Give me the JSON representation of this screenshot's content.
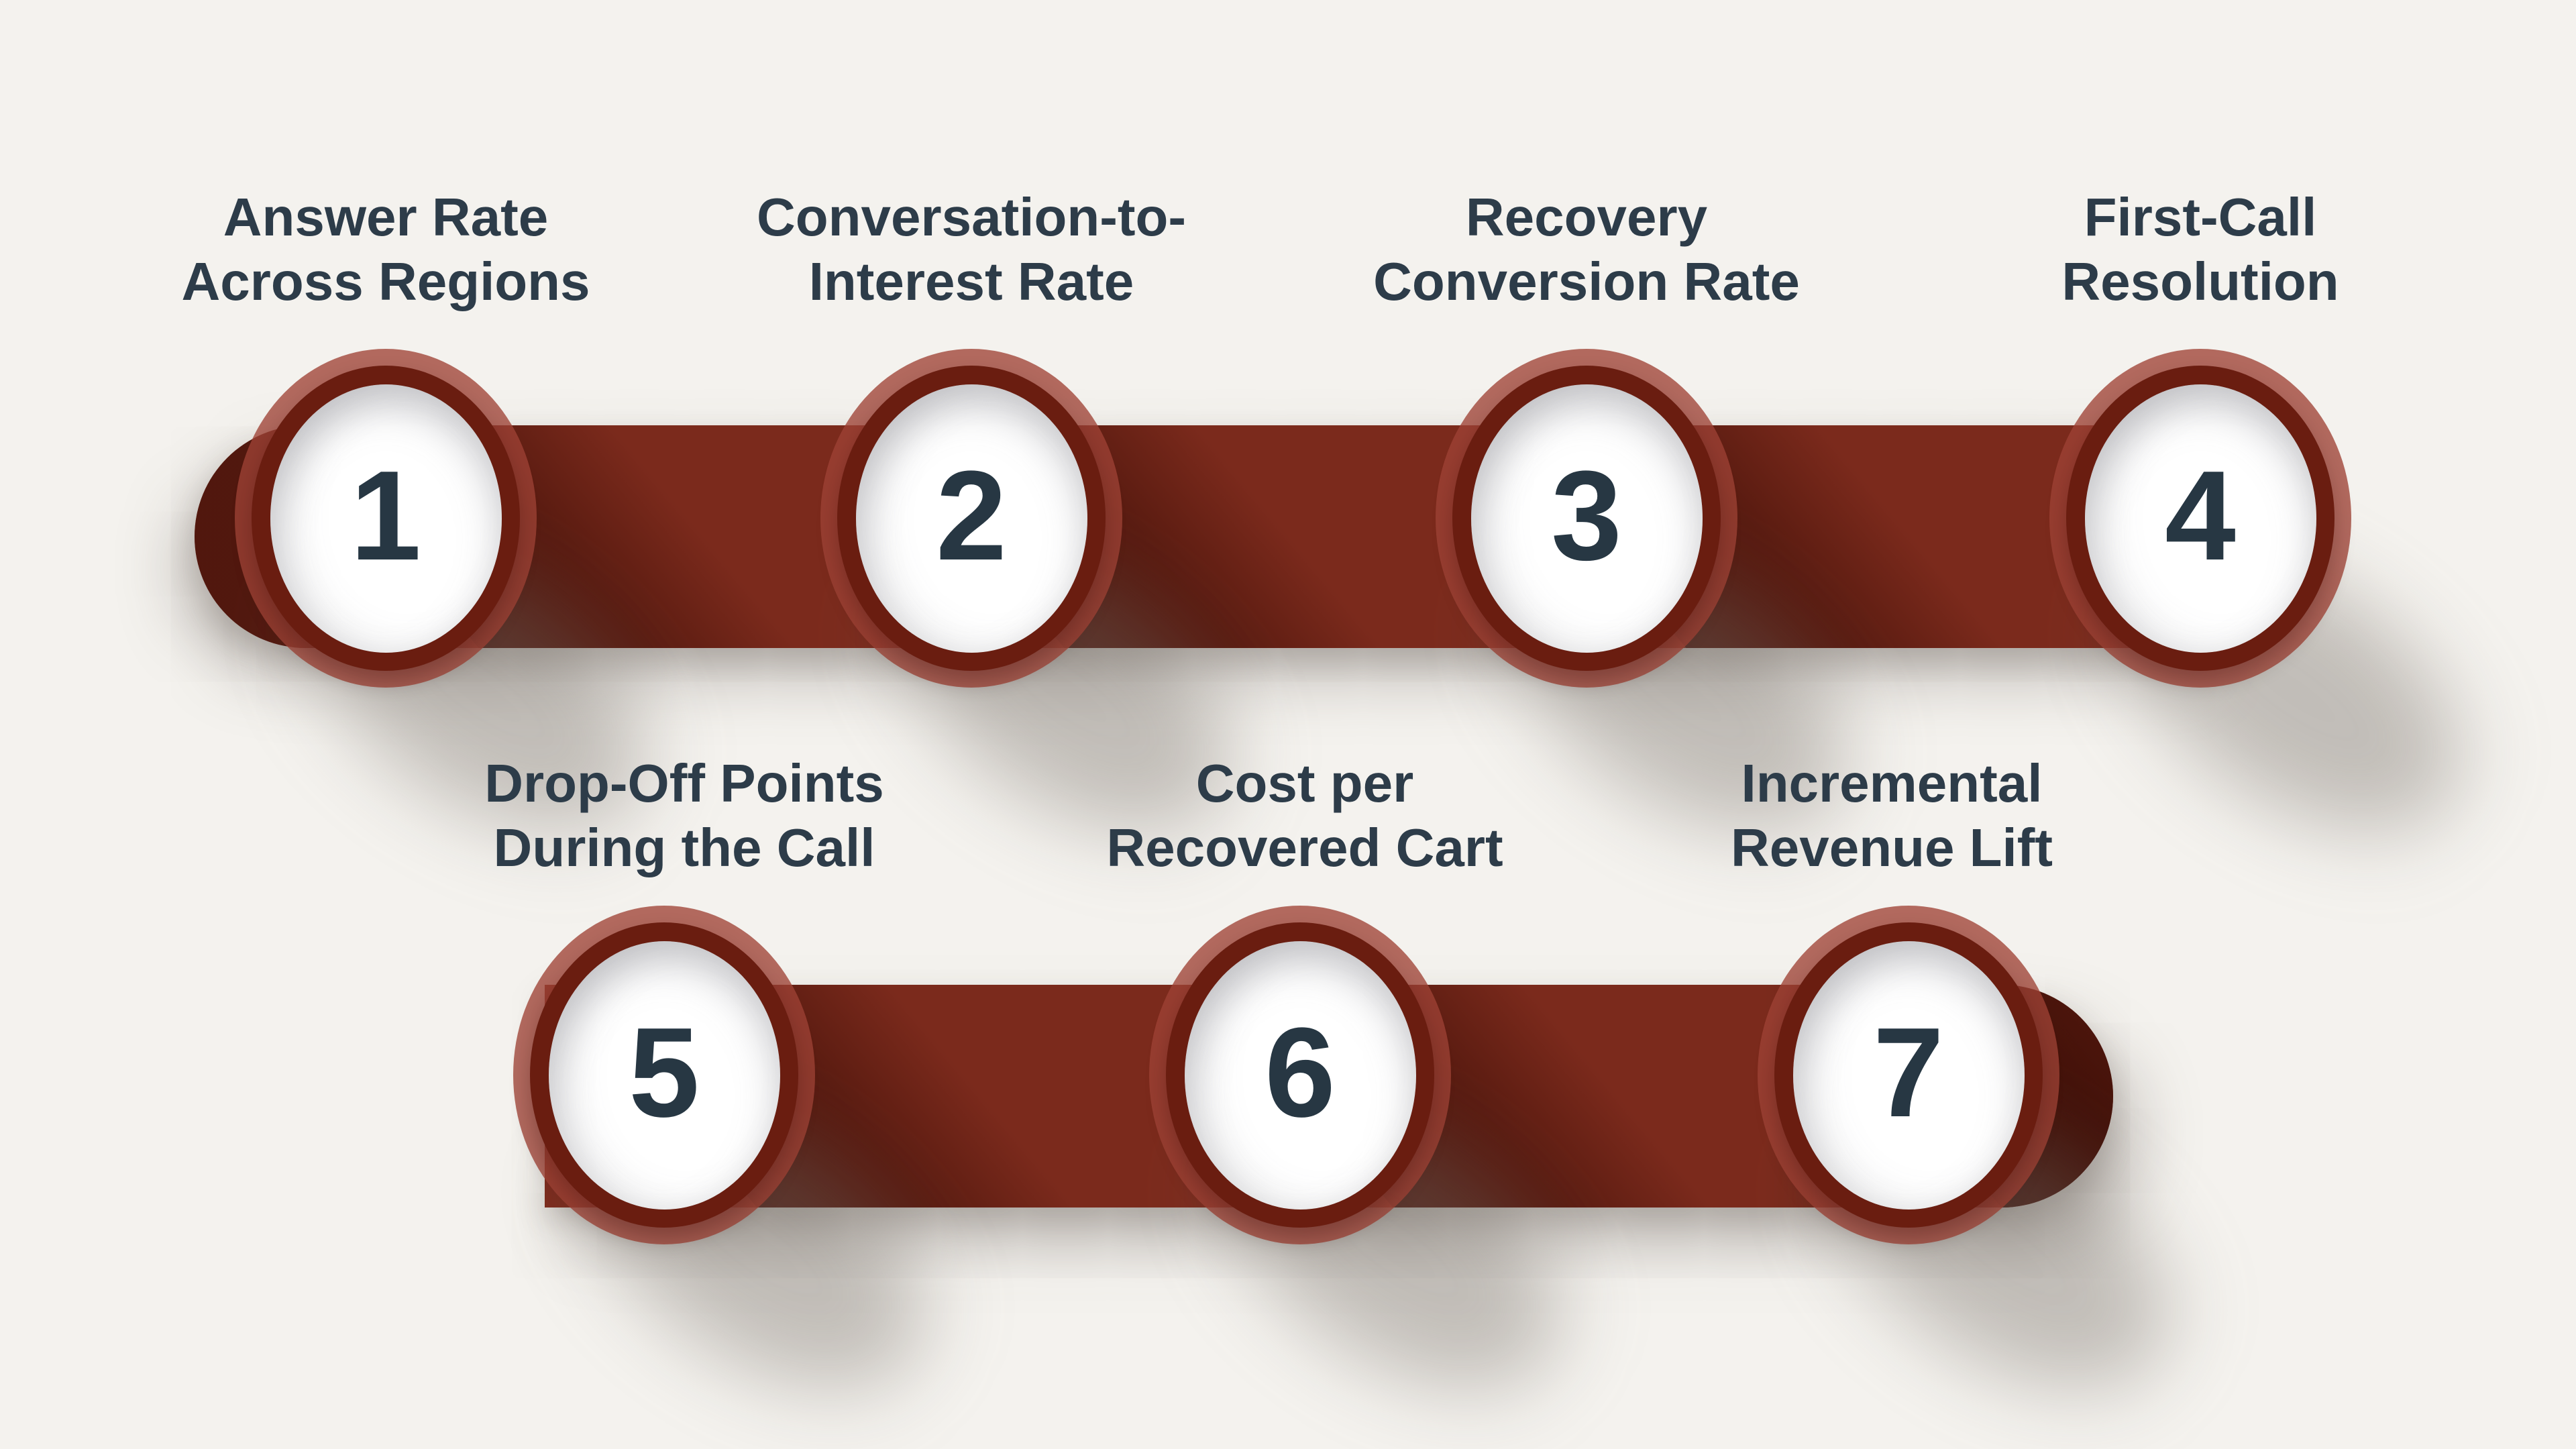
{
  "steps": [
    {
      "number": "1",
      "label_line1": "Answer Rate",
      "label_line2": "Across Regions"
    },
    {
      "number": "2",
      "label_line1": "Conversation-to-",
      "label_line2": "Interest Rate"
    },
    {
      "number": "3",
      "label_line1": "Recovery",
      "label_line2": "Conversion Rate"
    },
    {
      "number": "4",
      "label_line1": "First-Call",
      "label_line2": "Resolution"
    },
    {
      "number": "5",
      "label_line1": "Drop-Off Points",
      "label_line2": "During the Call"
    },
    {
      "number": "6",
      "label_line1": "Cost per",
      "label_line2": "Recovered Cart"
    },
    {
      "number": "7",
      "label_line1": "Incremental",
      "label_line2": "Revenue Lift"
    }
  ],
  "colors": {
    "background": "#f4f2ee",
    "bar": "#7b2a1c",
    "bar_shadow_wedge": "#2a0600",
    "ring_outer": "#9f4336",
    "ring_inner": "#6a1d10",
    "disc": "#ffffff",
    "number_text": "#273743",
    "label_text": "#2d3c49"
  }
}
